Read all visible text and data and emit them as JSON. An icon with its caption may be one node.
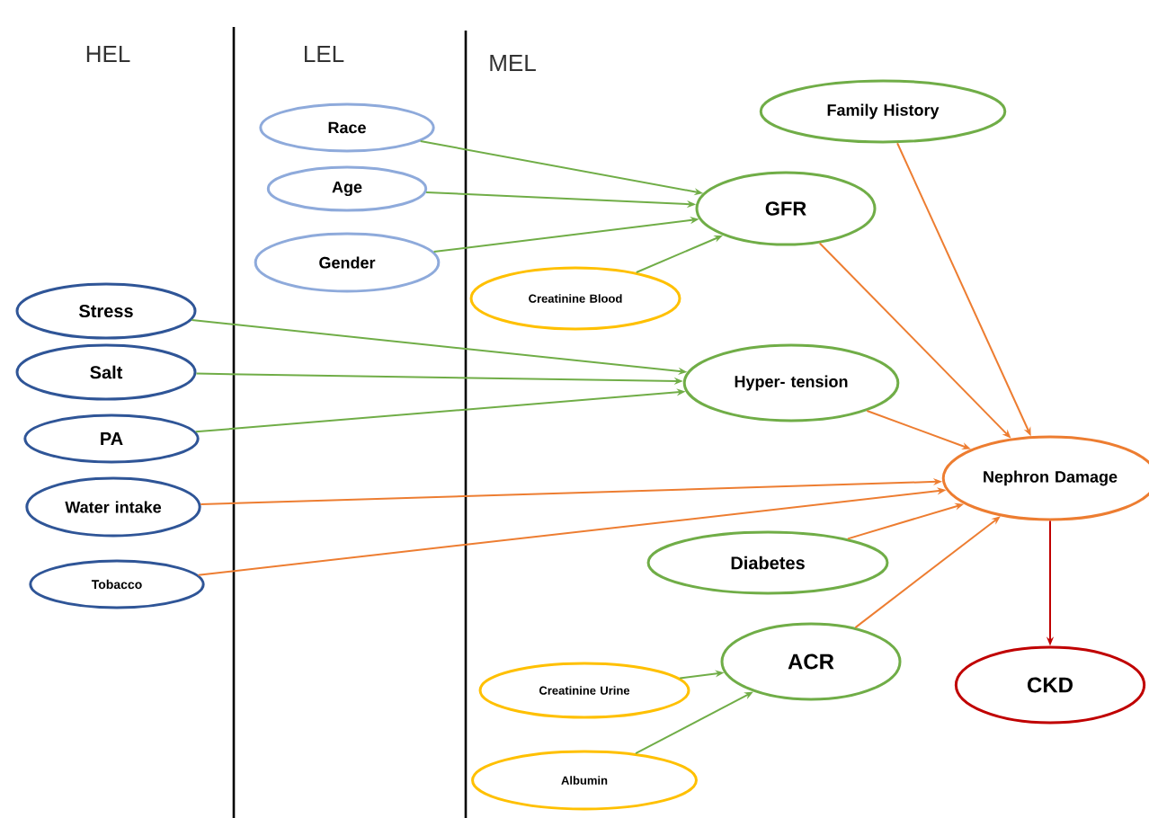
{
  "diagram": {
    "nodes": [
      {
        "text": [
          "Race"
        ]
      },
      {
        "text": [
          "Age"
        ]
      },
      {
        "text": [
          "Gender"
        ]
      },
      {
        "text": [
          "Stress"
        ]
      },
      {
        "text": [
          "Salt"
        ]
      },
      {
        "text": [
          "PA"
        ]
      },
      {
        "text": [
          "Water intake"
        ]
      },
      {
        "text": [
          "Tobacco"
        ]
      },
      {
        "text": [
          "Family History"
        ]
      },
      {
        "text": [
          "GFR"
        ]
      },
      {
        "text": [
          "Creatinine Blood"
        ]
      },
      {
        "text": [
          "Hyper- tension"
        ]
      },
      {
        "text": [
          "Nephron Damage"
        ]
      },
      {
        "text": [
          "Diabetes"
        ]
      },
      {
        "text": [
          "ACR"
        ]
      },
      {
        "text": [
          "CKD"
        ]
      },
      {
        "text": [
          "Creatinine Urine"
        ]
      },
      {
        "text": [
          "Albumin"
        ]
      }
    ],
    "edges": [
      {
        "from": 0,
        "to": 9,
        "arrow": "to"
      },
      {
        "from": 1,
        "to": 9,
        "arrow": "to"
      },
      {
        "from": 2,
        "to": 9,
        "arrow": "to"
      },
      {
        "from": 10,
        "to": 9,
        "arrow": "to"
      },
      {
        "from": 3,
        "to": 11,
        "arrow": "to"
      },
      {
        "from": 4,
        "to": 11,
        "arrow": "to"
      },
      {
        "from": 5,
        "to": 11,
        "arrow": "to"
      },
      {
        "from": 6,
        "to": 12,
        "arrow": "to",
        "color": "#ed7d31"
      },
      {
        "from": 7,
        "to": 12,
        "arrow": "to",
        "color": "#ed7d31"
      },
      {
        "from": 8,
        "to": 12,
        "arrow": "to",
        "color": "#ed7d31"
      },
      {
        "from": 9,
        "to": 12,
        "arrow": "to",
        "color": "#ed7d31"
      },
      {
        "from": 11,
        "to": 12,
        "arrow": "to",
        "color": "#ed7d31"
      },
      {
        "from": 13,
        "to": 12,
        "arrow": "to",
        "color": "#ed7d31"
      },
      {
        "from": 14,
        "to": 12,
        "arrow": "to",
        "color": "#ed7d31"
      },
      {
        "from": 12,
        "to": 15,
        "arrow": "to",
        "color": "#c00000"
      },
      {
        "from": 16,
        "to": 14,
        "arrow": "to"
      },
      {
        "from": 17,
        "to": 14,
        "arrow": "to"
      }
    ],
    "labels": [
      "HEL",
      "LEL",
      "MEL"
    ]
  }
}
